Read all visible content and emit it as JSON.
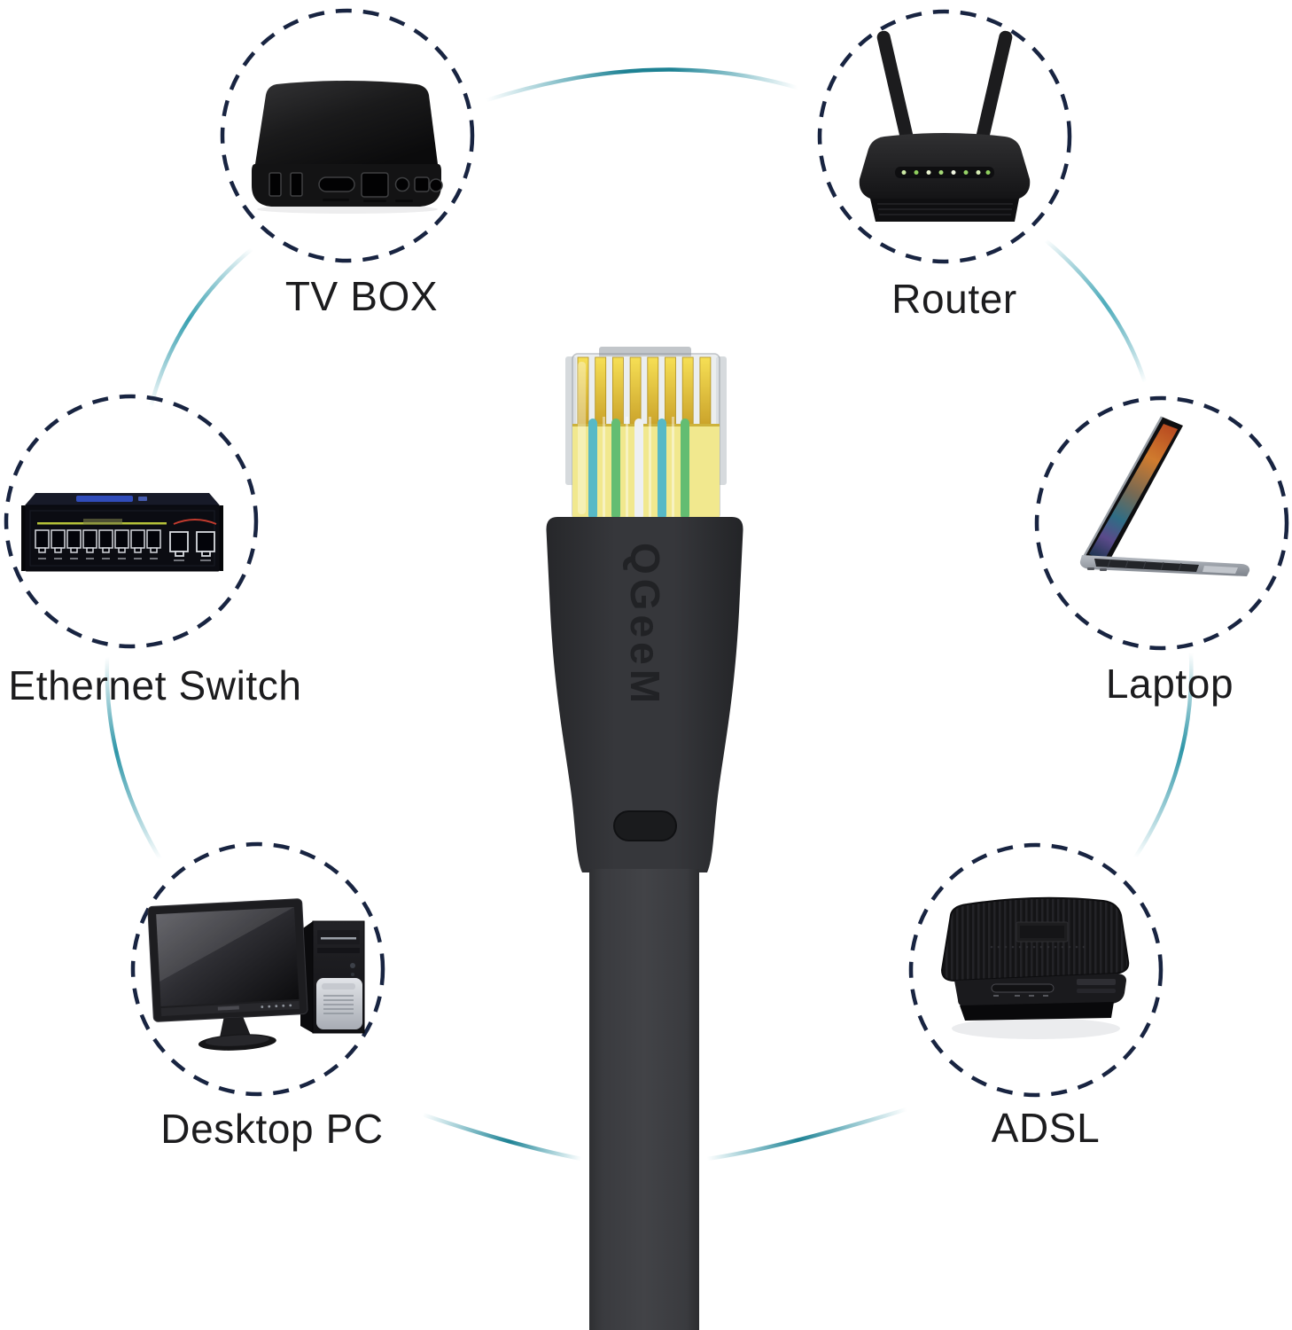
{
  "page": {
    "background": "#ffffff"
  },
  "devices": [
    {
      "id": "tv-box",
      "label": "TV BOX"
    },
    {
      "id": "router",
      "label": "Router"
    },
    {
      "id": "ethernet-switch",
      "label": "Ethernet Switch"
    },
    {
      "id": "laptop",
      "label": "Laptop"
    },
    {
      "id": "desktop-pc",
      "label": "Desktop PC"
    },
    {
      "id": "adsl",
      "label": "ADSL"
    }
  ],
  "cable": {
    "brand": "QGeeM"
  },
  "colors": {
    "arc_teal": "#2391a4",
    "dashed_circle": "#182441",
    "label_text": "#1c1c1e",
    "cable_body": "#3a3b3f",
    "connector_gold": "#e7c83f",
    "wire_green": "#63bd72",
    "wire_blue": "#57b9c6"
  }
}
